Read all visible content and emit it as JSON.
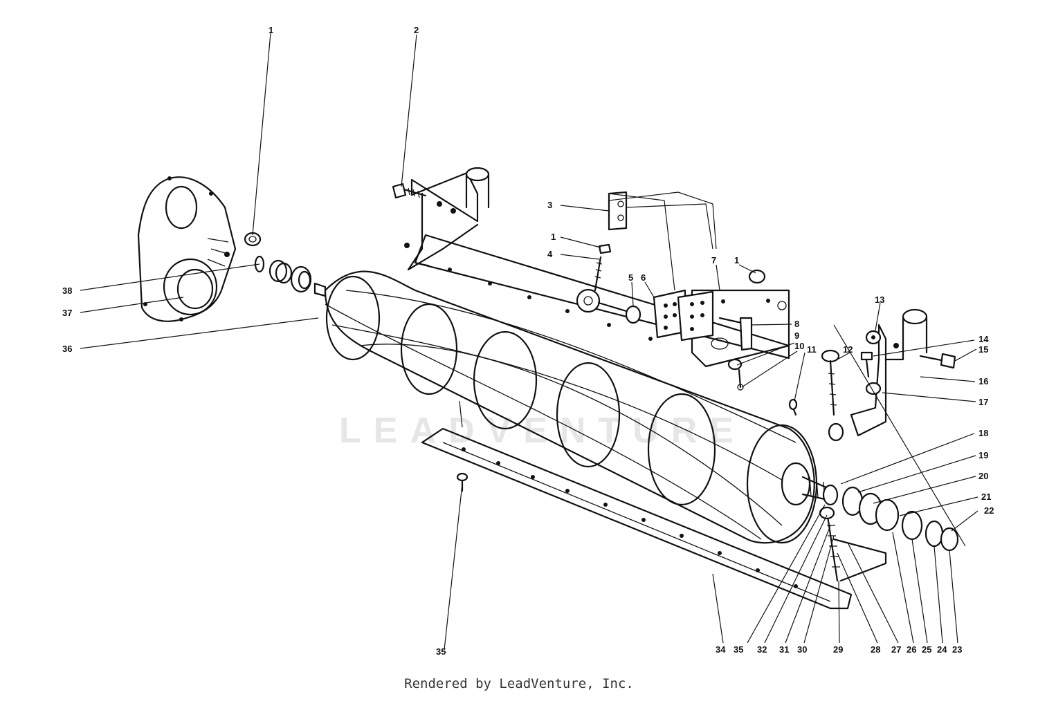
{
  "watermark": "LEADVENTURE",
  "footer": "Rendered by LeadVenture, Inc.",
  "callouts": [
    {
      "id": "c1a",
      "label": "1"
    },
    {
      "id": "c2",
      "label": "2"
    },
    {
      "id": "c3",
      "label": "3"
    },
    {
      "id": "c1b",
      "label": "1"
    },
    {
      "id": "c4",
      "label": "4"
    },
    {
      "id": "c5",
      "label": "5"
    },
    {
      "id": "c6",
      "label": "6"
    },
    {
      "id": "c7",
      "label": "7"
    },
    {
      "id": "c1c",
      "label": "1"
    },
    {
      "id": "c8",
      "label": "8"
    },
    {
      "id": "c9",
      "label": "9"
    },
    {
      "id": "c10",
      "label": "10"
    },
    {
      "id": "c11",
      "label": "11"
    },
    {
      "id": "c12",
      "label": "12"
    },
    {
      "id": "c13",
      "label": "13"
    },
    {
      "id": "c14",
      "label": "14"
    },
    {
      "id": "c15",
      "label": "15"
    },
    {
      "id": "c16",
      "label": "16"
    },
    {
      "id": "c17",
      "label": "17"
    },
    {
      "id": "c18",
      "label": "18"
    },
    {
      "id": "c19",
      "label": "19"
    },
    {
      "id": "c20",
      "label": "20"
    },
    {
      "id": "c21",
      "label": "21"
    },
    {
      "id": "c22",
      "label": "22"
    },
    {
      "id": "c38",
      "label": "38"
    },
    {
      "id": "c37",
      "label": "37"
    },
    {
      "id": "c36",
      "label": "36"
    },
    {
      "id": "c35a",
      "label": "35"
    },
    {
      "id": "c34",
      "label": "34"
    },
    {
      "id": "c35b",
      "label": "35"
    },
    {
      "id": "c32",
      "label": "32"
    },
    {
      "id": "c31",
      "label": "31"
    },
    {
      "id": "c30",
      "label": "30"
    },
    {
      "id": "c29",
      "label": "29"
    },
    {
      "id": "c28",
      "label": "28"
    },
    {
      "id": "c27",
      "label": "27"
    },
    {
      "id": "c26",
      "label": "26"
    },
    {
      "id": "c25",
      "label": "25"
    },
    {
      "id": "c24",
      "label": "24"
    },
    {
      "id": "c23",
      "label": "23"
    }
  ]
}
